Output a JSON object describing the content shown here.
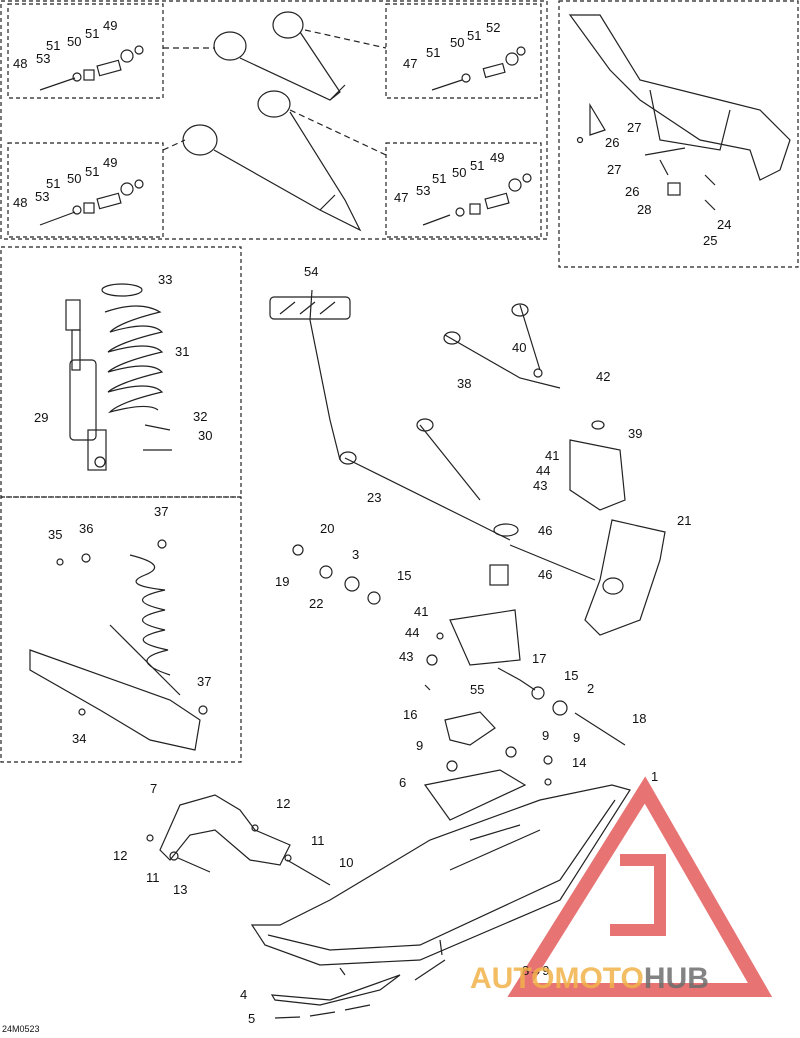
{
  "diagram": {
    "drawing_code": "24M0523",
    "callouts": [
      {
        "id": "c-49a",
        "label": "49"
      },
      {
        "id": "c-51a",
        "label": "51"
      },
      {
        "id": "c-50a",
        "label": "50"
      },
      {
        "id": "c-51b",
        "label": "51"
      },
      {
        "id": "c-53a",
        "label": "53"
      },
      {
        "id": "c-48a",
        "label": "48"
      },
      {
        "id": "c-52",
        "label": "52"
      },
      {
        "id": "c-51c",
        "label": "51"
      },
      {
        "id": "c-50b",
        "label": "50"
      },
      {
        "id": "c-51d",
        "label": "51"
      },
      {
        "id": "c-47a",
        "label": "47"
      },
      {
        "id": "c-49b",
        "label": "49"
      },
      {
        "id": "c-51e",
        "label": "51"
      },
      {
        "id": "c-50c",
        "label": "50"
      },
      {
        "id": "c-51f",
        "label": "51"
      },
      {
        "id": "c-53b",
        "label": "53"
      },
      {
        "id": "c-48b",
        "label": "48"
      },
      {
        "id": "c-49c",
        "label": "49"
      },
      {
        "id": "c-51g",
        "label": "51"
      },
      {
        "id": "c-50d",
        "label": "50"
      },
      {
        "id": "c-51h",
        "label": "51"
      },
      {
        "id": "c-53c",
        "label": "53"
      },
      {
        "id": "c-47b",
        "label": "47"
      },
      {
        "id": "c-27a",
        "label": "27"
      },
      {
        "id": "c-26a",
        "label": "26"
      },
      {
        "id": "c-27b",
        "label": "27"
      },
      {
        "id": "c-26b",
        "label": "26"
      },
      {
        "id": "c-28",
        "label": "28"
      },
      {
        "id": "c-24",
        "label": "24"
      },
      {
        "id": "c-25",
        "label": "25"
      },
      {
        "id": "c-33",
        "label": "33"
      },
      {
        "id": "c-31",
        "label": "31"
      },
      {
        "id": "c-29",
        "label": "29"
      },
      {
        "id": "c-32",
        "label": "32"
      },
      {
        "id": "c-30",
        "label": "30"
      },
      {
        "id": "c-35",
        "label": "35"
      },
      {
        "id": "c-36",
        "label": "36"
      },
      {
        "id": "c-37a",
        "label": "37"
      },
      {
        "id": "c-37b",
        "label": "37"
      },
      {
        "id": "c-34",
        "label": "34"
      },
      {
        "id": "c-54",
        "label": "54"
      },
      {
        "id": "c-40",
        "label": "40"
      },
      {
        "id": "c-42",
        "label": "42"
      },
      {
        "id": "c-38",
        "label": "38"
      },
      {
        "id": "c-39",
        "label": "39"
      },
      {
        "id": "c-41a",
        "label": "41"
      },
      {
        "id": "c-44a",
        "label": "44"
      },
      {
        "id": "c-43a",
        "label": "43"
      },
      {
        "id": "c-23",
        "label": "23"
      },
      {
        "id": "c-46a",
        "label": "46"
      },
      {
        "id": "c-46b",
        "label": "46"
      },
      {
        "id": "c-21",
        "label": "21"
      },
      {
        "id": "c-20",
        "label": "20"
      },
      {
        "id": "c-3",
        "label": "3"
      },
      {
        "id": "c-19",
        "label": "19"
      },
      {
        "id": "c-15a",
        "label": "15"
      },
      {
        "id": "c-22",
        "label": "22"
      },
      {
        "id": "c-41b",
        "label": "41"
      },
      {
        "id": "c-44b",
        "label": "44"
      },
      {
        "id": "c-43b",
        "label": "43"
      },
      {
        "id": "c-17",
        "label": "17"
      },
      {
        "id": "c-55",
        "label": "55"
      },
      {
        "id": "c-15b",
        "label": "15"
      },
      {
        "id": "c-2",
        "label": "2"
      },
      {
        "id": "c-16",
        "label": "16"
      },
      {
        "id": "c-18",
        "label": "18"
      },
      {
        "id": "c-9a",
        "label": "9"
      },
      {
        "id": "c-9b",
        "label": "9"
      },
      {
        "id": "c-9c",
        "label": "9"
      },
      {
        "id": "c-14",
        "label": "14"
      },
      {
        "id": "c-6",
        "label": "6"
      },
      {
        "id": "c-1",
        "label": "1"
      },
      {
        "id": "c-7",
        "label": "7"
      },
      {
        "id": "c-12a",
        "label": "12"
      },
      {
        "id": "c-12b",
        "label": "12"
      },
      {
        "id": "c-11a",
        "label": "11"
      },
      {
        "id": "c-11b",
        "label": "11"
      },
      {
        "id": "c-10",
        "label": "10"
      },
      {
        "id": "c-13",
        "label": "13"
      },
      {
        "id": "c-89",
        "label": "8→9"
      },
      {
        "id": "c-4",
        "label": "4"
      },
      {
        "id": "c-5",
        "label": "5"
      }
    ]
  },
  "watermark": {
    "part1": "AUTOMOTO",
    "part2": "HUB",
    "color_red": "#e04545",
    "color_gold": "#f2b24a",
    "color_gray": "#6e6e6e"
  }
}
